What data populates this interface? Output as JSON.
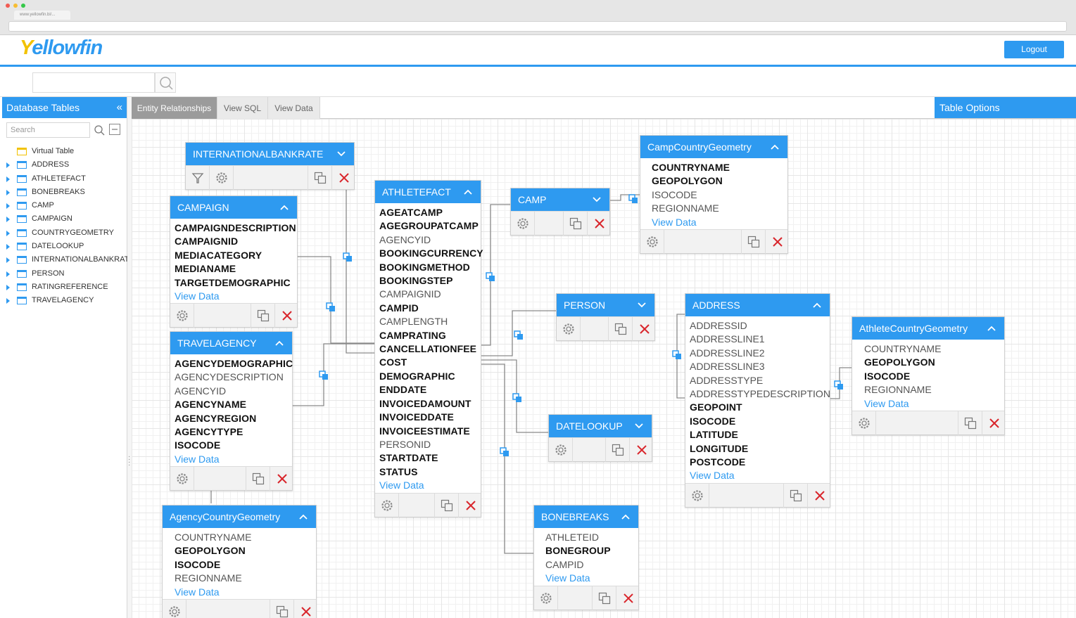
{
  "browser": {
    "tab_url": "www.yellowfin.bi/..."
  },
  "header": {
    "logo_text": "Yellowfin",
    "logout_label": "Logout"
  },
  "sidebar": {
    "title": "Database Tables",
    "search_placeholder": "Search",
    "items": [
      {
        "label": "Virtual Table"
      },
      {
        "label": "ADDRESS"
      },
      {
        "label": "ATHLETEFACT"
      },
      {
        "label": "BONEBREAKS"
      },
      {
        "label": "CAMP"
      },
      {
        "label": "CAMPAIGN"
      },
      {
        "label": "COUNTRYGEOMETRY"
      },
      {
        "label": "DATELOOKUP"
      },
      {
        "label": "INTERNATIONALBANKRATE"
      },
      {
        "label": "PERSON"
      },
      {
        "label": "RATINGREFERENCE"
      },
      {
        "label": "TRAVELAGENCY"
      }
    ]
  },
  "tabs": [
    {
      "label": "Entity Relationships"
    },
    {
      "label": "View SQL"
    },
    {
      "label": "View Data"
    }
  ],
  "table_options_label": "Table Options",
  "entities": {
    "internationalbankrate": {
      "title": "INTERNATIONALBANKRATE",
      "fields": []
    },
    "campaign": {
      "title": "CAMPAIGN",
      "fields": [
        {
          "name": "CAMPAIGNDESCRIPTION",
          "bold": true
        },
        {
          "name": "CAMPAIGNID",
          "bold": true
        },
        {
          "name": "MEDIACATEGORY",
          "bold": true
        },
        {
          "name": "MEDIANAME",
          "bold": true
        },
        {
          "name": "TARGETDEMOGRAPHIC",
          "bold": true
        }
      ],
      "view_data": "View Data"
    },
    "travelagency": {
      "title": "TRAVELAGENCY",
      "fields": [
        {
          "name": "AGENCYDEMOGRAPHIC",
          "bold": true
        },
        {
          "name": "AGENCYDESCRIPTION",
          "bold": false
        },
        {
          "name": "AGENCYID",
          "bold": false
        },
        {
          "name": "AGENCYNAME",
          "bold": true
        },
        {
          "name": "AGENCYREGION",
          "bold": true
        },
        {
          "name": "AGENCYTYPE",
          "bold": true
        },
        {
          "name": "ISOCODE",
          "bold": true
        }
      ],
      "view_data": "View Data"
    },
    "agencycountrygeometry": {
      "title": "AgencyCountryGeometry",
      "fields": [
        {
          "name": "COUNTRYNAME",
          "bold": false
        },
        {
          "name": "GEOPOLYGON",
          "bold": true
        },
        {
          "name": "ISOCODE",
          "bold": true
        },
        {
          "name": "REGIONNAME",
          "bold": false
        }
      ],
      "view_data": "View Data"
    },
    "athletefact": {
      "title": "ATHLETEFACT",
      "fields": [
        {
          "name": "AGEATCAMP",
          "bold": true
        },
        {
          "name": "AGEGROUPATCAMP",
          "bold": true
        },
        {
          "name": "AGENCYID",
          "bold": false
        },
        {
          "name": "BOOKINGCURRENCY",
          "bold": true
        },
        {
          "name": "BOOKINGMETHOD",
          "bold": true
        },
        {
          "name": "BOOKINGSTEP",
          "bold": true
        },
        {
          "name": "CAMPAIGNID",
          "bold": false
        },
        {
          "name": "CAMPID",
          "bold": true
        },
        {
          "name": "CAMPLENGTH",
          "bold": false
        },
        {
          "name": "CAMPRATING",
          "bold": true
        },
        {
          "name": "CANCELLATIONFEE",
          "bold": true
        },
        {
          "name": "COST",
          "bold": true
        },
        {
          "name": "DEMOGRAPHIC",
          "bold": true
        },
        {
          "name": "ENDDATE",
          "bold": true
        },
        {
          "name": "INVOICEDAMOUNT",
          "bold": true
        },
        {
          "name": "INVOICEDDATE",
          "bold": true
        },
        {
          "name": "INVOICEESTIMATE",
          "bold": true
        },
        {
          "name": "PERSONID",
          "bold": false
        },
        {
          "name": "STARTDATE",
          "bold": true
        },
        {
          "name": "STATUS",
          "bold": true
        }
      ],
      "view_data": "View Data"
    },
    "camp": {
      "title": "CAMP",
      "fields": []
    },
    "campcountrygeometry": {
      "title": "CampCountryGeometry",
      "fields": [
        {
          "name": "COUNTRYNAME",
          "bold": true
        },
        {
          "name": "GEOPOLYGON",
          "bold": true
        },
        {
          "name": "ISOCODE",
          "bold": false
        },
        {
          "name": "REGIONNAME",
          "bold": false
        }
      ],
      "view_data": "View Data"
    },
    "person": {
      "title": "PERSON",
      "fields": []
    },
    "datelookup": {
      "title": "DATELOOKUP",
      "fields": []
    },
    "address": {
      "title": "ADDRESS",
      "fields": [
        {
          "name": "ADDRESSID",
          "bold": false
        },
        {
          "name": "ADDRESSLINE1",
          "bold": false
        },
        {
          "name": "ADDRESSLINE2",
          "bold": false
        },
        {
          "name": "ADDRESSLINE3",
          "bold": false
        },
        {
          "name": "ADDRESSTYPE",
          "bold": false
        },
        {
          "name": "ADDRESSTYPEDESCRIPTION",
          "bold": false
        },
        {
          "name": "GEOPOINT",
          "bold": true
        },
        {
          "name": "ISOCODE",
          "bold": true
        },
        {
          "name": "LATITUDE",
          "bold": true
        },
        {
          "name": "LONGITUDE",
          "bold": true
        },
        {
          "name": "POSTCODE",
          "bold": true
        }
      ],
      "view_data": "View Data"
    },
    "athletecountrygeometry": {
      "title": "AthleteCountryGeometry",
      "fields": [
        {
          "name": "COUNTRYNAME",
          "bold": false
        },
        {
          "name": "GEOPOLYGON",
          "bold": true
        },
        {
          "name": "ISOCODE",
          "bold": true
        },
        {
          "name": "REGIONNAME",
          "bold": false
        }
      ],
      "view_data": "View Data"
    },
    "bonebreaks": {
      "title": "BONEBREAKS",
      "fields": [
        {
          "name": "ATHLETEID",
          "bold": false
        },
        {
          "name": "BONEGROUP",
          "bold": true
        },
        {
          "name": "CAMPID",
          "bold": false
        }
      ],
      "view_data": "View Data"
    }
  },
  "colors": {
    "accent": "#2e9af0",
    "logo_yellow": "#f2c200",
    "delete_red": "#d9262c"
  }
}
